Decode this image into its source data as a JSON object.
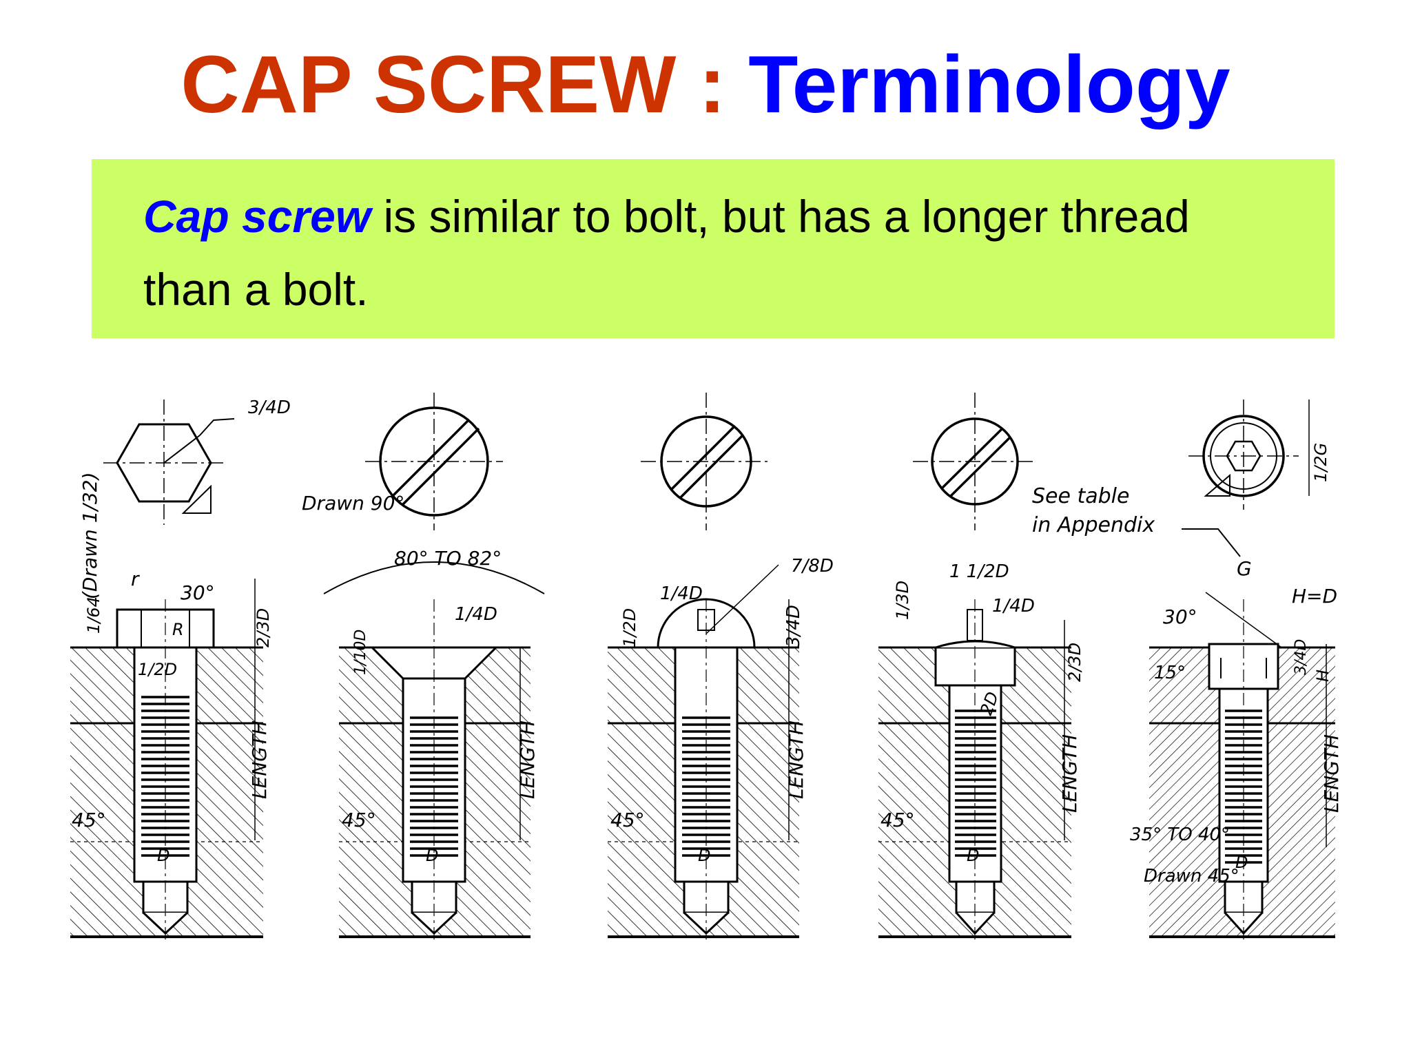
{
  "title": {
    "part1": "CAP  SCREW :",
    "part2": "Terminology"
  },
  "description": {
    "emphasis": "Cap screw",
    "line1_rest": " is similar to bolt, but has a longer thread",
    "line2": "than a bolt."
  },
  "labels": {
    "d34": "3/4D",
    "drawn132": "(Drawn 1/32)",
    "r": "r",
    "R": "R",
    "a30": "30°",
    "d164": "1/64",
    "d23": "2/3D",
    "d12": "1/2D",
    "length": "LENGTH",
    "d": "D",
    "a45": "45°",
    "drawn90": "Drawn 90°",
    "a8082": "80° TO 82°",
    "d14": "1/4D",
    "d110": "1/10D",
    "d78": "7/8D",
    "d34b": "3/4D",
    "d12b": "1/2D",
    "d13": "1/3D",
    "d112": "1 1/2D",
    "d2": "2D",
    "seeTable1": "See table",
    "seeTable2": "in Appendix",
    "g": "G",
    "hd": "H=D",
    "a15": "15°",
    "hg": "1/2G",
    "a3540": "35° TO 40°",
    "drawn45": "Drawn 45°",
    "h": "H"
  }
}
